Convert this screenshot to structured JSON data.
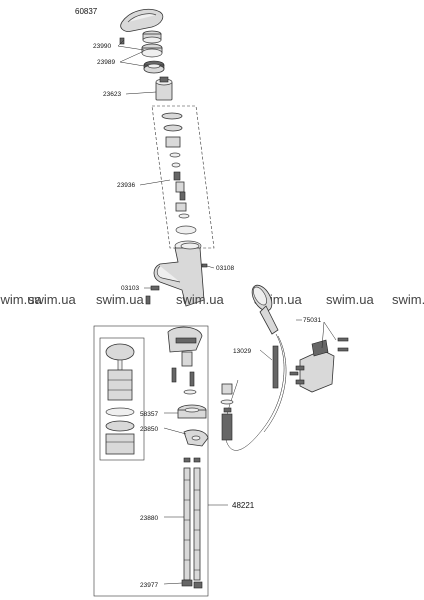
{
  "diagram_title": "60837",
  "watermark": "swim.ua",
  "labels": {
    "l23990": "23990",
    "l23989": "23989",
    "l23623": "23623",
    "l23936": "23936",
    "l03108": "03108",
    "l03103": "03103",
    "l75031": "75031",
    "l13029": "13029",
    "l58357": "58357",
    "l23850": "23850",
    "l48221": "48221",
    "l23880": "23880",
    "l23977": "23977"
  }
}
